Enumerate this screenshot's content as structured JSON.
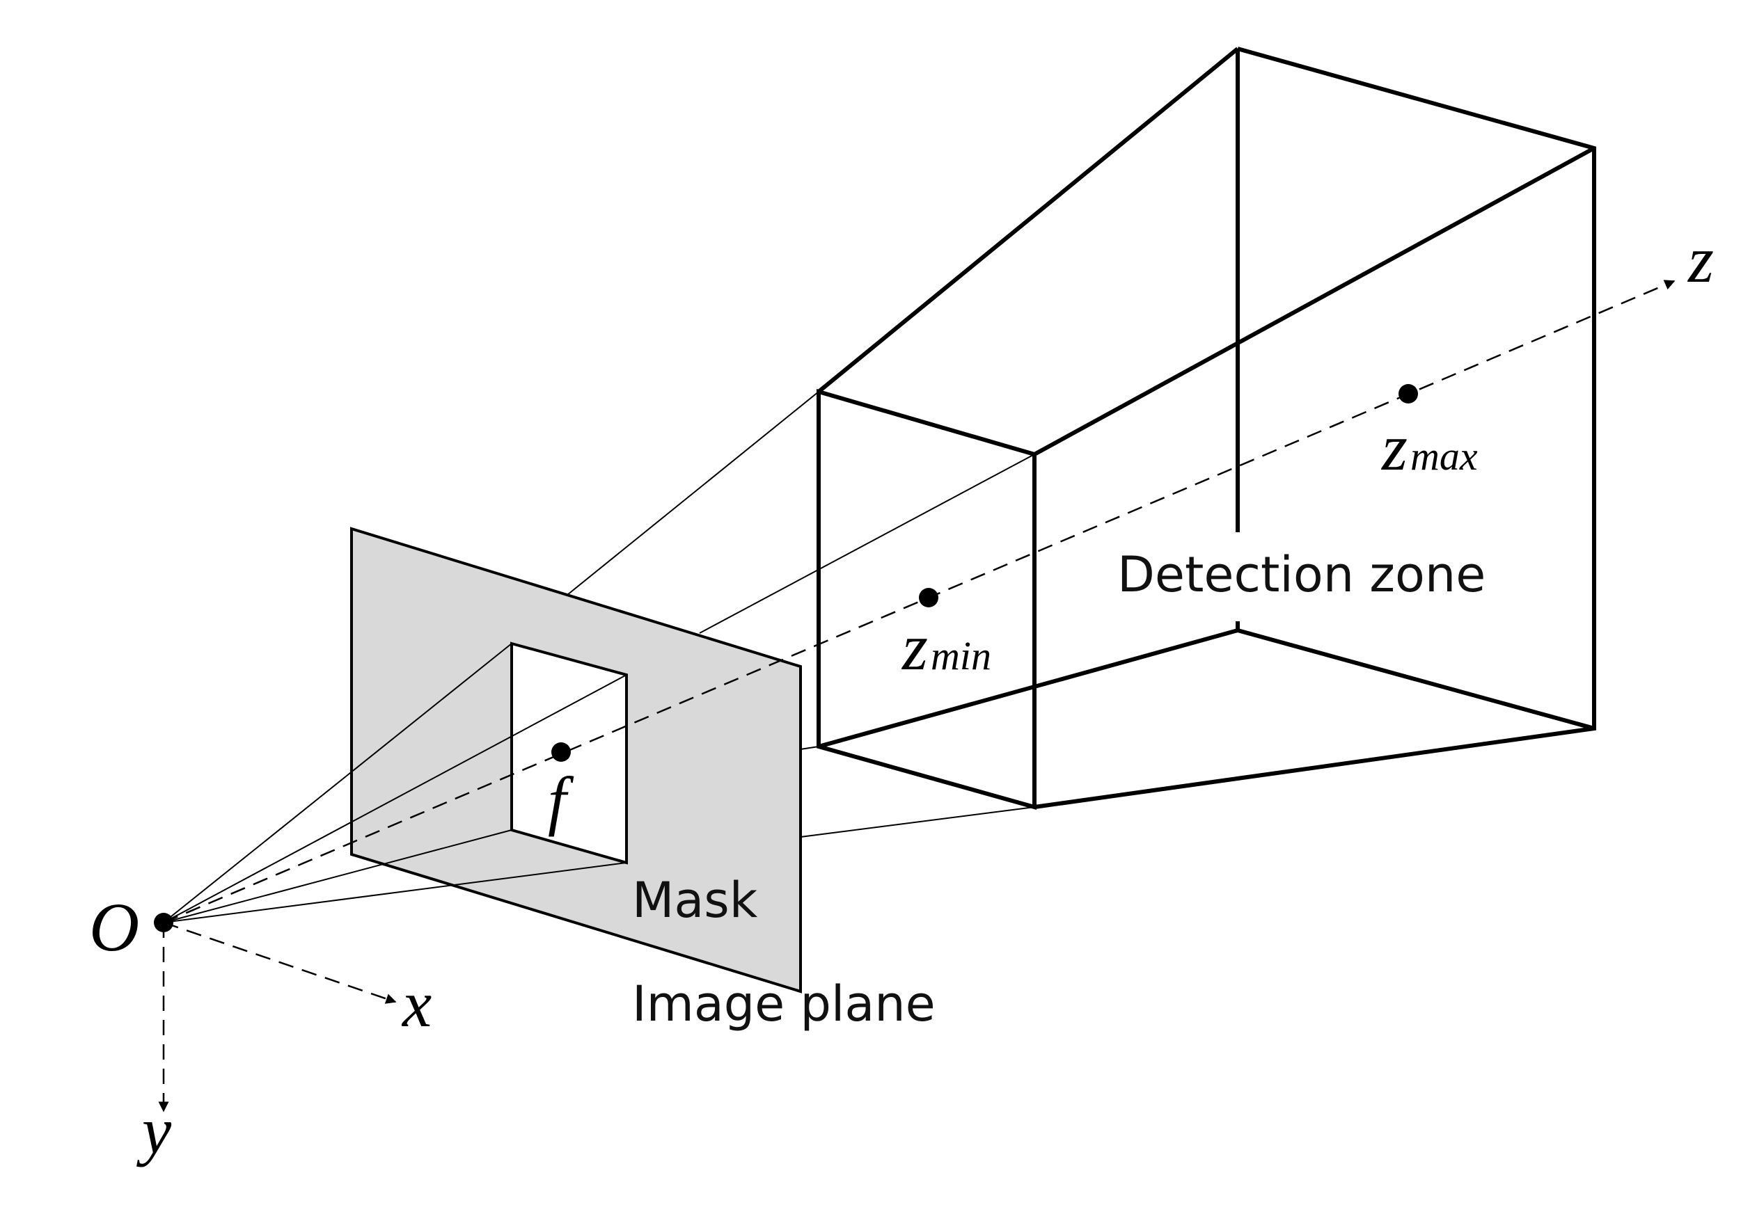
{
  "labels": {
    "origin": "O",
    "x_axis": "x",
    "y_axis": "y",
    "z_axis": "z",
    "focal": "f",
    "z_min_base": "z",
    "z_min_sub": "min",
    "z_max_base": "z",
    "z_max_sub": "max",
    "mask": "Mask",
    "image_plane": "Image plane",
    "detection_zone": "Detection zone"
  },
  "colors": {
    "line": "#000000",
    "image_plane_fill": "#d9d9d9",
    "background": "#ffffff"
  }
}
